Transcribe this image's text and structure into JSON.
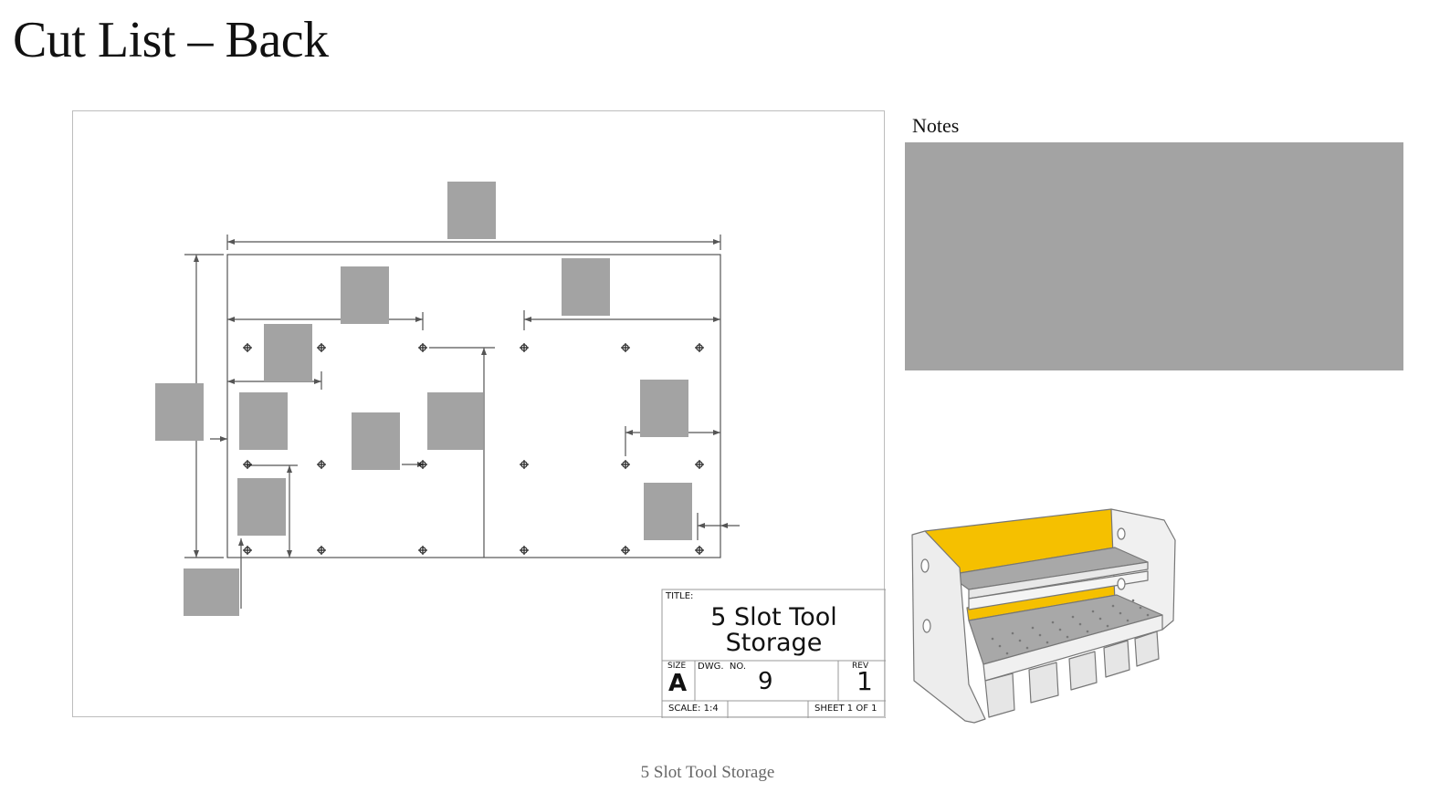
{
  "page": {
    "title": "Cut List – Back",
    "footer": "5 Slot Tool Storage"
  },
  "notes": {
    "label": "Notes"
  },
  "title_block": {
    "title_label": "TITLE:",
    "title_line1": "5 Slot Tool",
    "title_line2": "Storage",
    "size_label": "SIZE",
    "size_value": "A",
    "dwg_label": "DWG.  NO.",
    "dwg_value": "9",
    "rev_label": "REV",
    "rev_value": "1",
    "scale": "SCALE: 1:4",
    "sheet": "SHEET 1 OF 1"
  },
  "colors": {
    "placeholder": "#a3a3a3",
    "back_panel": "#f5c000",
    "line": "#555555"
  }
}
